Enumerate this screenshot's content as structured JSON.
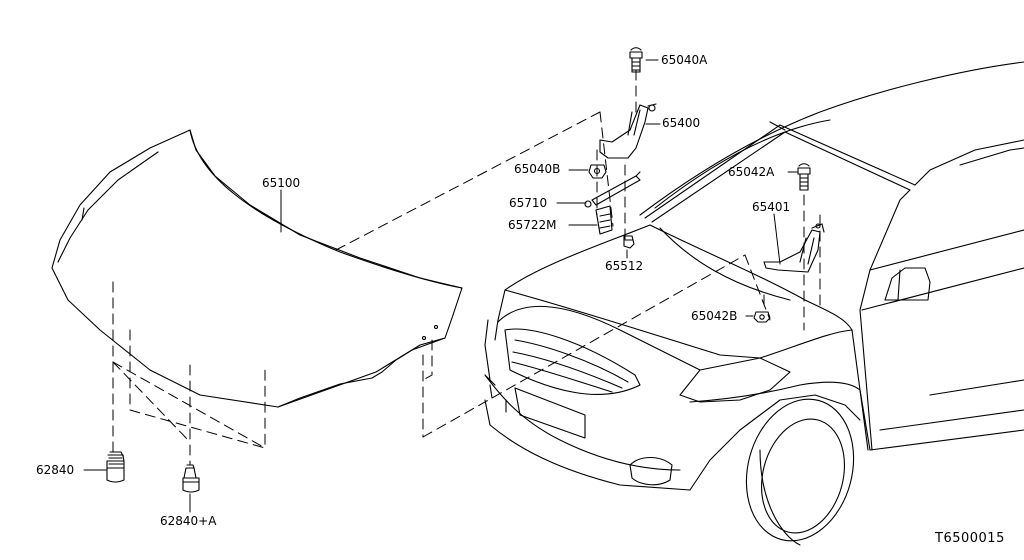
{
  "diagram": {
    "labels": {
      "hood": "65100",
      "hood_bumper_left": "62840",
      "hood_bumper_right": "62840+A",
      "hinge_bolt_top": "65040A",
      "hinge_right": "65400",
      "hinge_nut_right": "65040B",
      "hood_rod": "65710",
      "rod_clip": "65722M",
      "rod_grommet": "65512",
      "hinge_bolt_left": "65042A",
      "hinge_left": "65401",
      "hinge_nut_left": "65042B"
    },
    "figure_code": "T6500015"
  }
}
